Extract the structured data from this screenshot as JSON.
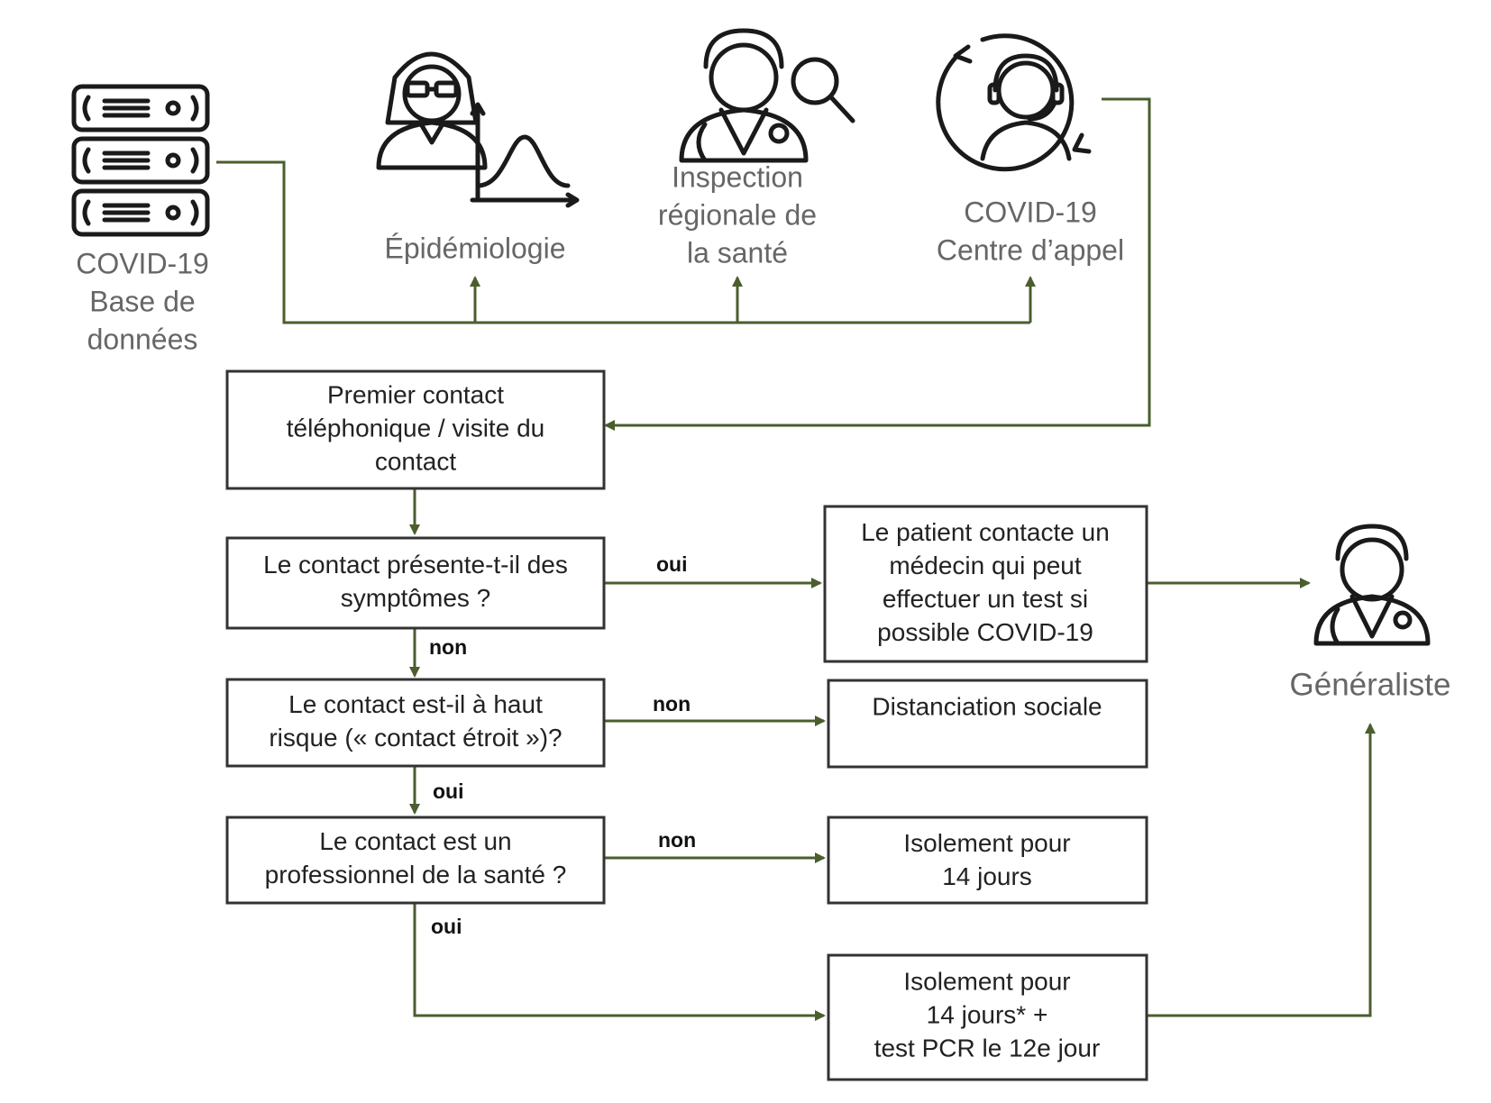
{
  "colors": {
    "connector": "#4a5e2e",
    "box_border": "#333333",
    "icon_label": "#666666",
    "icon_stroke": "#1a1a1a"
  },
  "sources": {
    "database": {
      "icon": "server-rack-icon",
      "lines": [
        "COVID-19",
        "Base de",
        "données"
      ]
    },
    "epidemiology": {
      "icon": "epidemiologist-chart-icon",
      "lines": [
        "Épidémiologie"
      ]
    },
    "inspection": {
      "icon": "doctor-magnifier-icon",
      "lines": [
        "Inspection",
        "régionale de",
        "la santé"
      ]
    },
    "call_center": {
      "icon": "call-agent-headset-icon",
      "lines": [
        "COVID-19",
        "Centre d’appel"
      ]
    }
  },
  "steps": {
    "first_contact": {
      "lines": [
        "Premier contact",
        "téléphonique / visite du",
        "contact"
      ]
    },
    "symptoms": {
      "lines": [
        "Le contact présente-t-il des",
        "symptômes ?"
      ]
    },
    "high_risk": {
      "lines": [
        "Le contact est-il à haut",
        "risque (« contact étroit »)?"
      ]
    },
    "health_pro": {
      "lines": [
        "Le contact est un",
        "professionnel de la santé ?"
      ]
    }
  },
  "outcomes": {
    "doctor_test": {
      "lines": [
        "Le patient contacte un",
        "médecin qui peut",
        "effectuer un test si",
        "possible COVID-19"
      ]
    },
    "social_distancing": {
      "lines": [
        "Distanciation sociale"
      ]
    },
    "isolation": {
      "lines": [
        "Isolement pour",
        "14 jours"
      ]
    },
    "isolation_pcr": {
      "lines": [
        "Isolement pour",
        "14 jours* +",
        "test PCR le 12e jour"
      ]
    }
  },
  "gp": {
    "icon": "doctor-stethoscope-icon",
    "lines": [
      "Généraliste"
    ]
  },
  "edge_labels": {
    "symptoms_yes": "oui",
    "symptoms_no": "non",
    "high_risk_no": "non",
    "high_risk_yes": "oui",
    "health_pro_no": "non",
    "health_pro_yes": "oui"
  }
}
